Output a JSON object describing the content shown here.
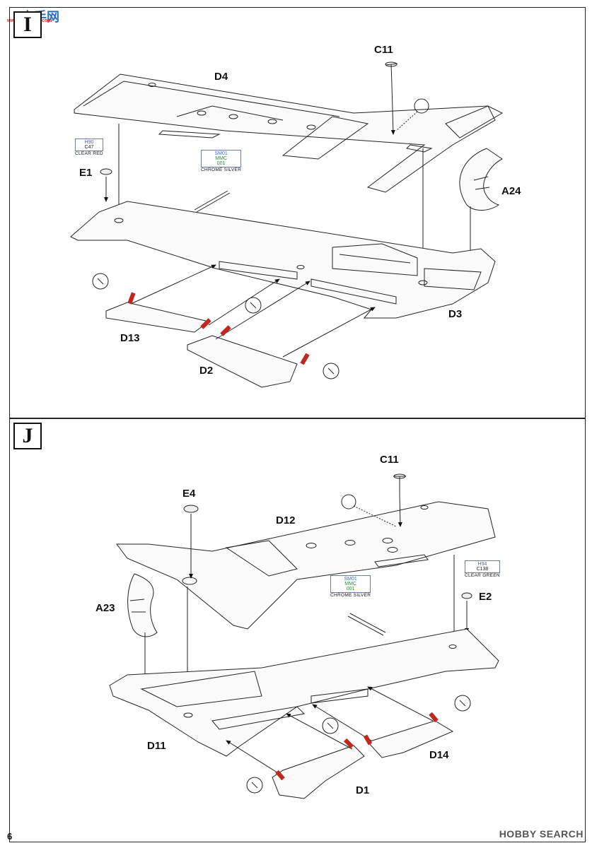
{
  "watermark": {
    "site": "高手网",
    "sub": "www.gaoshou.com"
  },
  "page_number": "6",
  "credit": "HOBBY SEARCH",
  "steps": {
    "I": {
      "step": "I",
      "parts": {
        "D4": "D4",
        "C11": "C11",
        "E1": "E1",
        "A24": "A24",
        "D3": "D3",
        "D13": "D13",
        "D2": "D2"
      },
      "paint_red": {
        "code1": "H90",
        "code2": "C47",
        "name": "CLEAR RED"
      },
      "paint_chrome": {
        "code1": "SM01",
        "code2": "MMC",
        "code3": "001",
        "name": "CHROME SILVER"
      }
    },
    "J": {
      "step": "J",
      "parts": {
        "C11": "C11",
        "E4": "E4",
        "D12": "D12",
        "A23": "A23",
        "E2": "E2",
        "D11": "D11",
        "D14": "D14",
        "D1": "D1"
      },
      "paint_green": {
        "code1": "H94",
        "code2": "C138",
        "name": "CLEAR GREEN"
      },
      "paint_chrome": {
        "code1": "SM01",
        "code2": "MMC",
        "code3": "001",
        "name": "CHROME SILVER"
      }
    }
  },
  "colors": {
    "line": "#222222",
    "red_marker": "#c0271f",
    "paint_blue": "#3a6fb8",
    "paint_green": "#2f8a3c"
  }
}
